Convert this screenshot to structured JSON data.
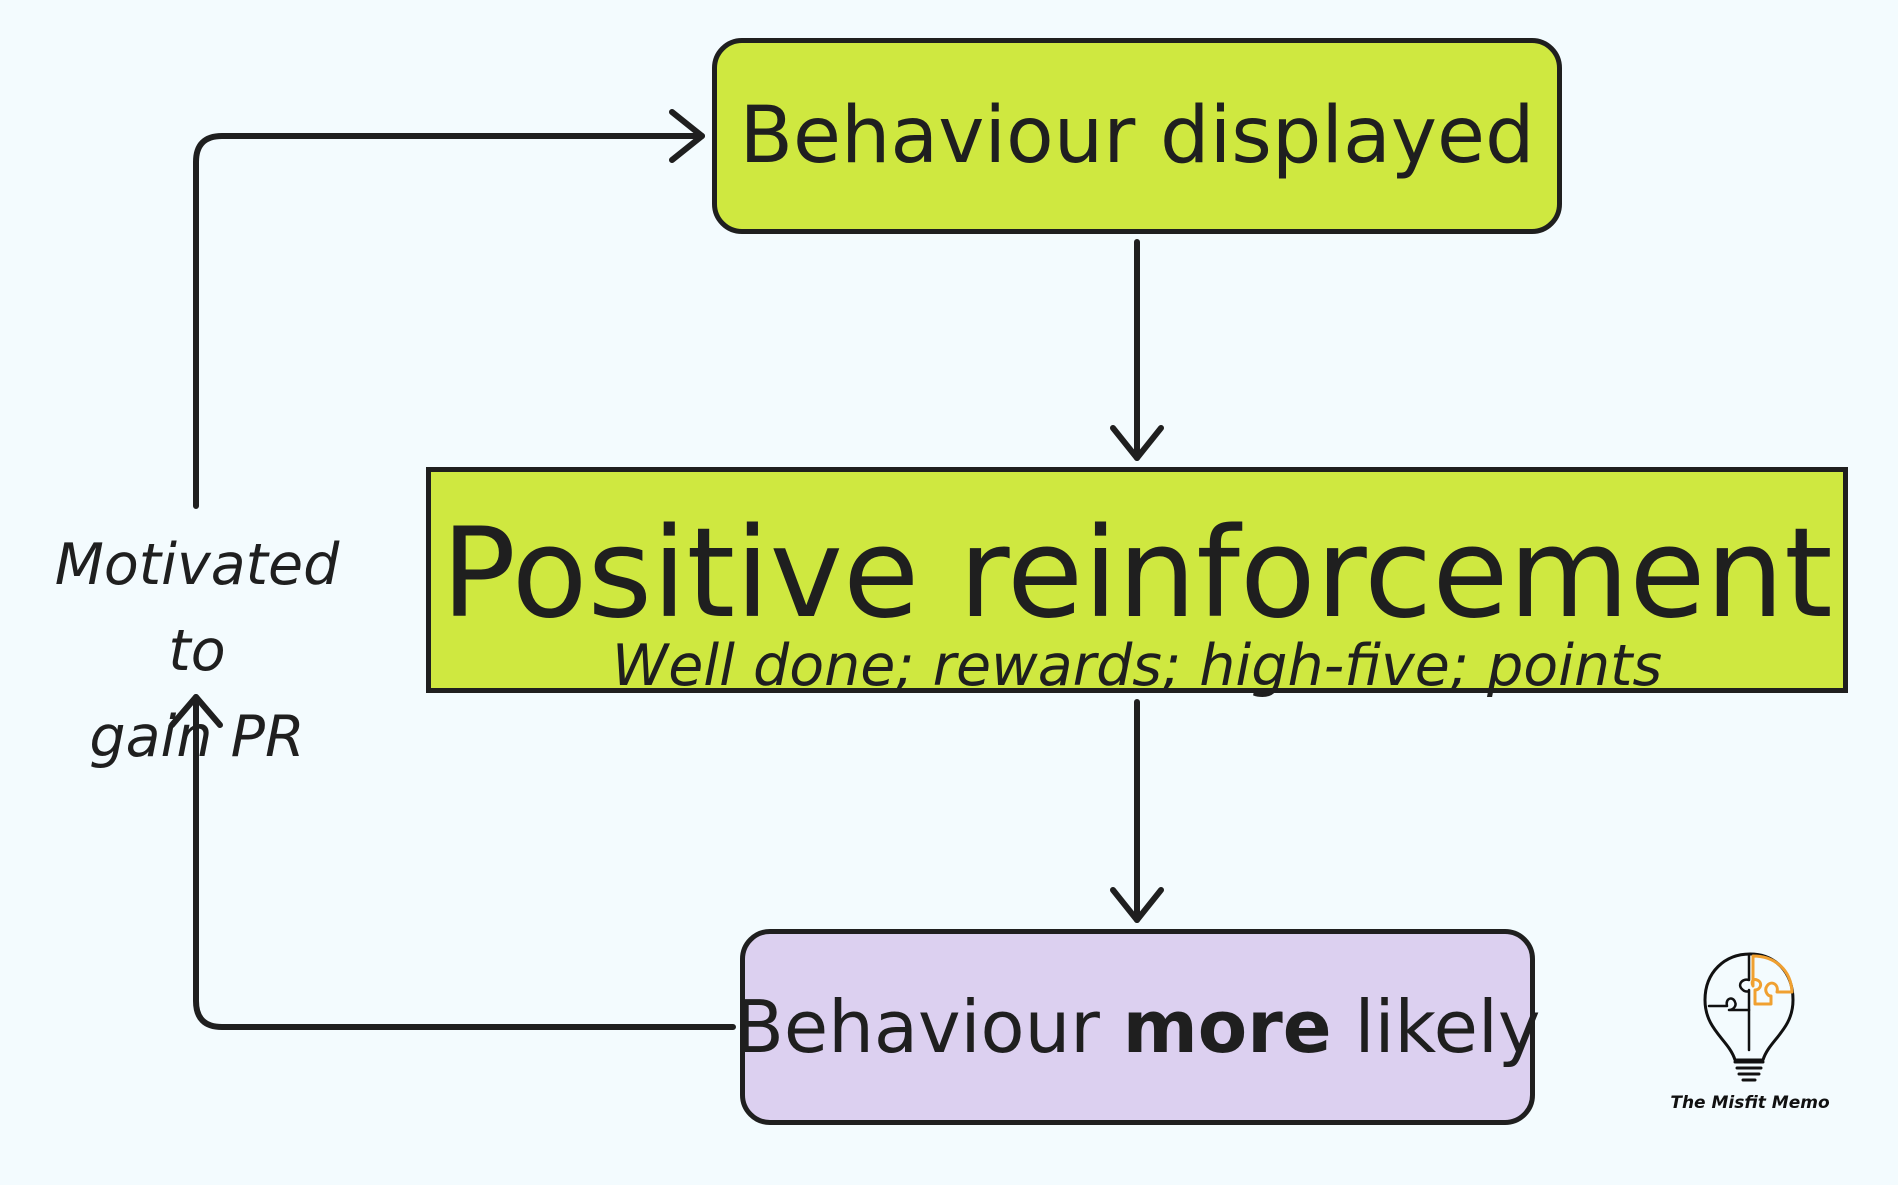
{
  "colors": {
    "background": "#f3fbfe",
    "box_green": "#cfe840",
    "box_purple": "#dcd0f0",
    "stroke": "#1f1f1f",
    "logo_accent": "#f0a030"
  },
  "nodes": {
    "behaviour_displayed": {
      "label": "Behaviour displayed"
    },
    "positive_reinforcement": {
      "title": "Positive reinforcement",
      "subtitle": "Well done; rewards; high-five; points"
    },
    "behaviour_more_likely": {
      "prefix": "Behaviour ",
      "emphasis": "more",
      "suffix": " likely"
    }
  },
  "side_label": {
    "line1": "Motivated to",
    "line2": "gain PR"
  },
  "logo": {
    "icon": "lightbulb-puzzle-icon",
    "caption": "The Misfit Memo"
  }
}
